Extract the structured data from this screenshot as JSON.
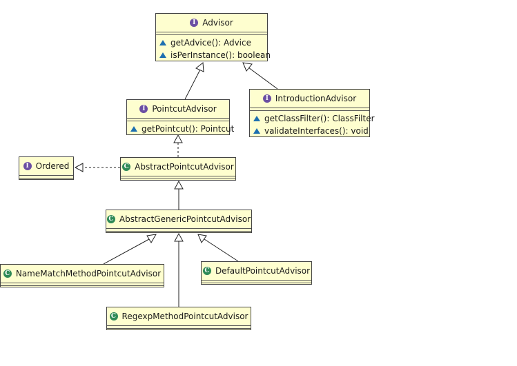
{
  "nodes": {
    "advisor": {
      "kind_letter": "I",
      "name": "Advisor",
      "methods": [
        "getAdvice(): Advice",
        "isPerInstance(): boolean"
      ]
    },
    "pointcut_advisor": {
      "kind_letter": "I",
      "name": "PointcutAdvisor",
      "methods": [
        "getPointcut(): Pointcut"
      ]
    },
    "introduction_advisor": {
      "kind_letter": "I",
      "name": "IntroductionAdvisor",
      "methods": [
        "getClassFilter(): ClassFilter",
        "validateInterfaces(): void"
      ]
    },
    "ordered": {
      "kind_letter": "I",
      "name": "Ordered"
    },
    "abstract_pointcut_advisor": {
      "kind_letter": "C",
      "name": "AbstractPointcutAdvisor"
    },
    "abstract_generic_pointcut_advisor": {
      "kind_letter": "C",
      "name": "AbstractGenericPointcutAdvisor"
    },
    "name_match_method_pointcut_advisor": {
      "kind_letter": "C",
      "name": "NameMatchMethodPointcutAdvisor"
    },
    "default_pointcut_advisor": {
      "kind_letter": "C",
      "name": "DefaultPointcutAdvisor"
    },
    "regexp_method_pointcut_advisor": {
      "kind_letter": "C",
      "name": "RegexpMethodPointcutAdvisor"
    }
  },
  "colors": {
    "node_fill": "#fefecf",
    "interface_badge": "#6b4fa3",
    "class_badge": "#2f8a57",
    "method_marker": "#1d6fb0"
  },
  "edges": [
    {
      "from": "pointcut_advisor",
      "to": "advisor",
      "kind": "extends"
    },
    {
      "from": "introduction_advisor",
      "to": "advisor",
      "kind": "extends"
    },
    {
      "from": "abstract_pointcut_advisor",
      "to": "pointcut_advisor",
      "kind": "implements"
    },
    {
      "from": "abstract_pointcut_advisor",
      "to": "ordered",
      "kind": "implements"
    },
    {
      "from": "abstract_generic_pointcut_advisor",
      "to": "abstract_pointcut_advisor",
      "kind": "extends"
    },
    {
      "from": "name_match_method_pointcut_advisor",
      "to": "abstract_generic_pointcut_advisor",
      "kind": "extends"
    },
    {
      "from": "regexp_method_pointcut_advisor",
      "to": "abstract_generic_pointcut_advisor",
      "kind": "extends"
    },
    {
      "from": "default_pointcut_advisor",
      "to": "abstract_generic_pointcut_advisor",
      "kind": "extends"
    }
  ]
}
